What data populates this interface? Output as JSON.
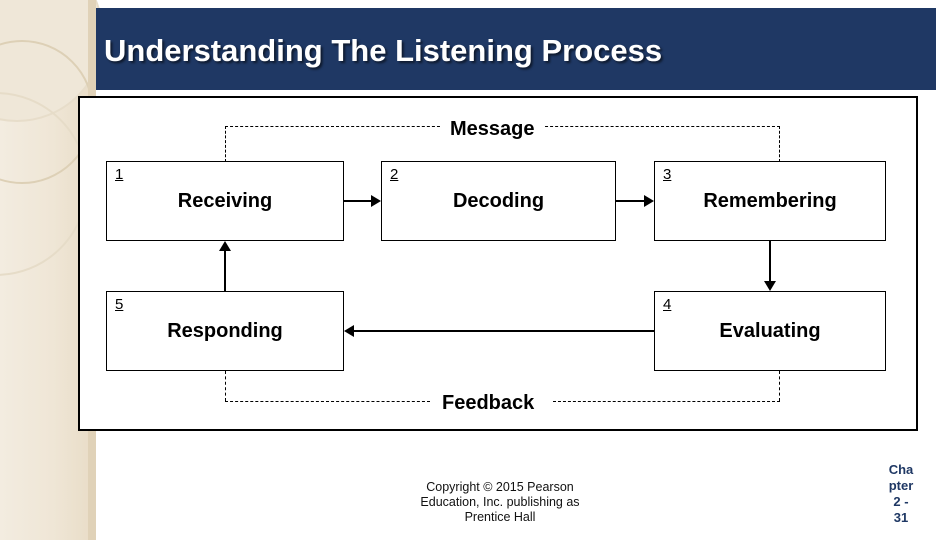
{
  "slide": {
    "title": "Understanding The Listening Process",
    "title_bar_color": "#1f3864"
  },
  "diagram": {
    "type": "cycle-flow",
    "message_label": "Message",
    "feedback_label": "Feedback",
    "nodes": [
      {
        "num": "1",
        "label": "Receiving"
      },
      {
        "num": "2",
        "label": "Decoding"
      },
      {
        "num": "3",
        "label": "Remembering"
      },
      {
        "num": "4",
        "label": "Evaluating"
      },
      {
        "num": "5",
        "label": "Responding"
      }
    ]
  },
  "footer": {
    "copyright_line1": "Copyright © 2015 Pearson",
    "copyright_line2": "Education, Inc. publishing as",
    "copyright_line3": "Prentice Hall",
    "chapter_line1": "Cha",
    "chapter_line2": "pter",
    "chapter_line3": "2 -",
    "chapter_line4": "31"
  }
}
